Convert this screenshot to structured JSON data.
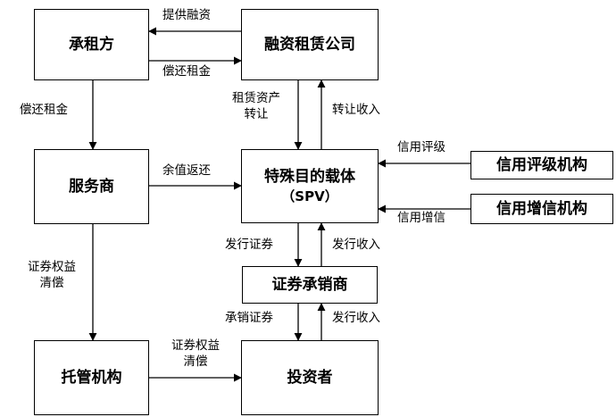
{
  "boxes": {
    "lessee": "承租方",
    "leasing_company": "融资租赁公司",
    "servicer": "服务商",
    "spv": "特殊目的载体",
    "spv_sub": "（SPV）",
    "rating_agency": "信用评级机构",
    "credit_enhancer": "信用增信机构",
    "underwriter": "证券承销商",
    "custodian": "托管机构",
    "investor": "投资者"
  },
  "labels": {
    "provide_financing": "提供融资",
    "repay_rent_top": "偿还租金",
    "repay_rent_left": "偿还租金",
    "asset_transfer_1": "租赁资产",
    "asset_transfer_2": "转让",
    "transfer_income": "转让收入",
    "residual_return": "余值返还",
    "credit_rating": "信用评级",
    "credit_enhancement": "信用增信",
    "issue_securities": "发行证券",
    "issue_income_upper": "发行收入",
    "securities_settle_left_1": "证券权益",
    "securities_settle_left_2": "清偿",
    "underwrite_securities": "承销证券",
    "issue_income_lower": "发行收入",
    "securities_settle_bottom_1": "证券权益",
    "securities_settle_bottom_2": "清偿"
  }
}
